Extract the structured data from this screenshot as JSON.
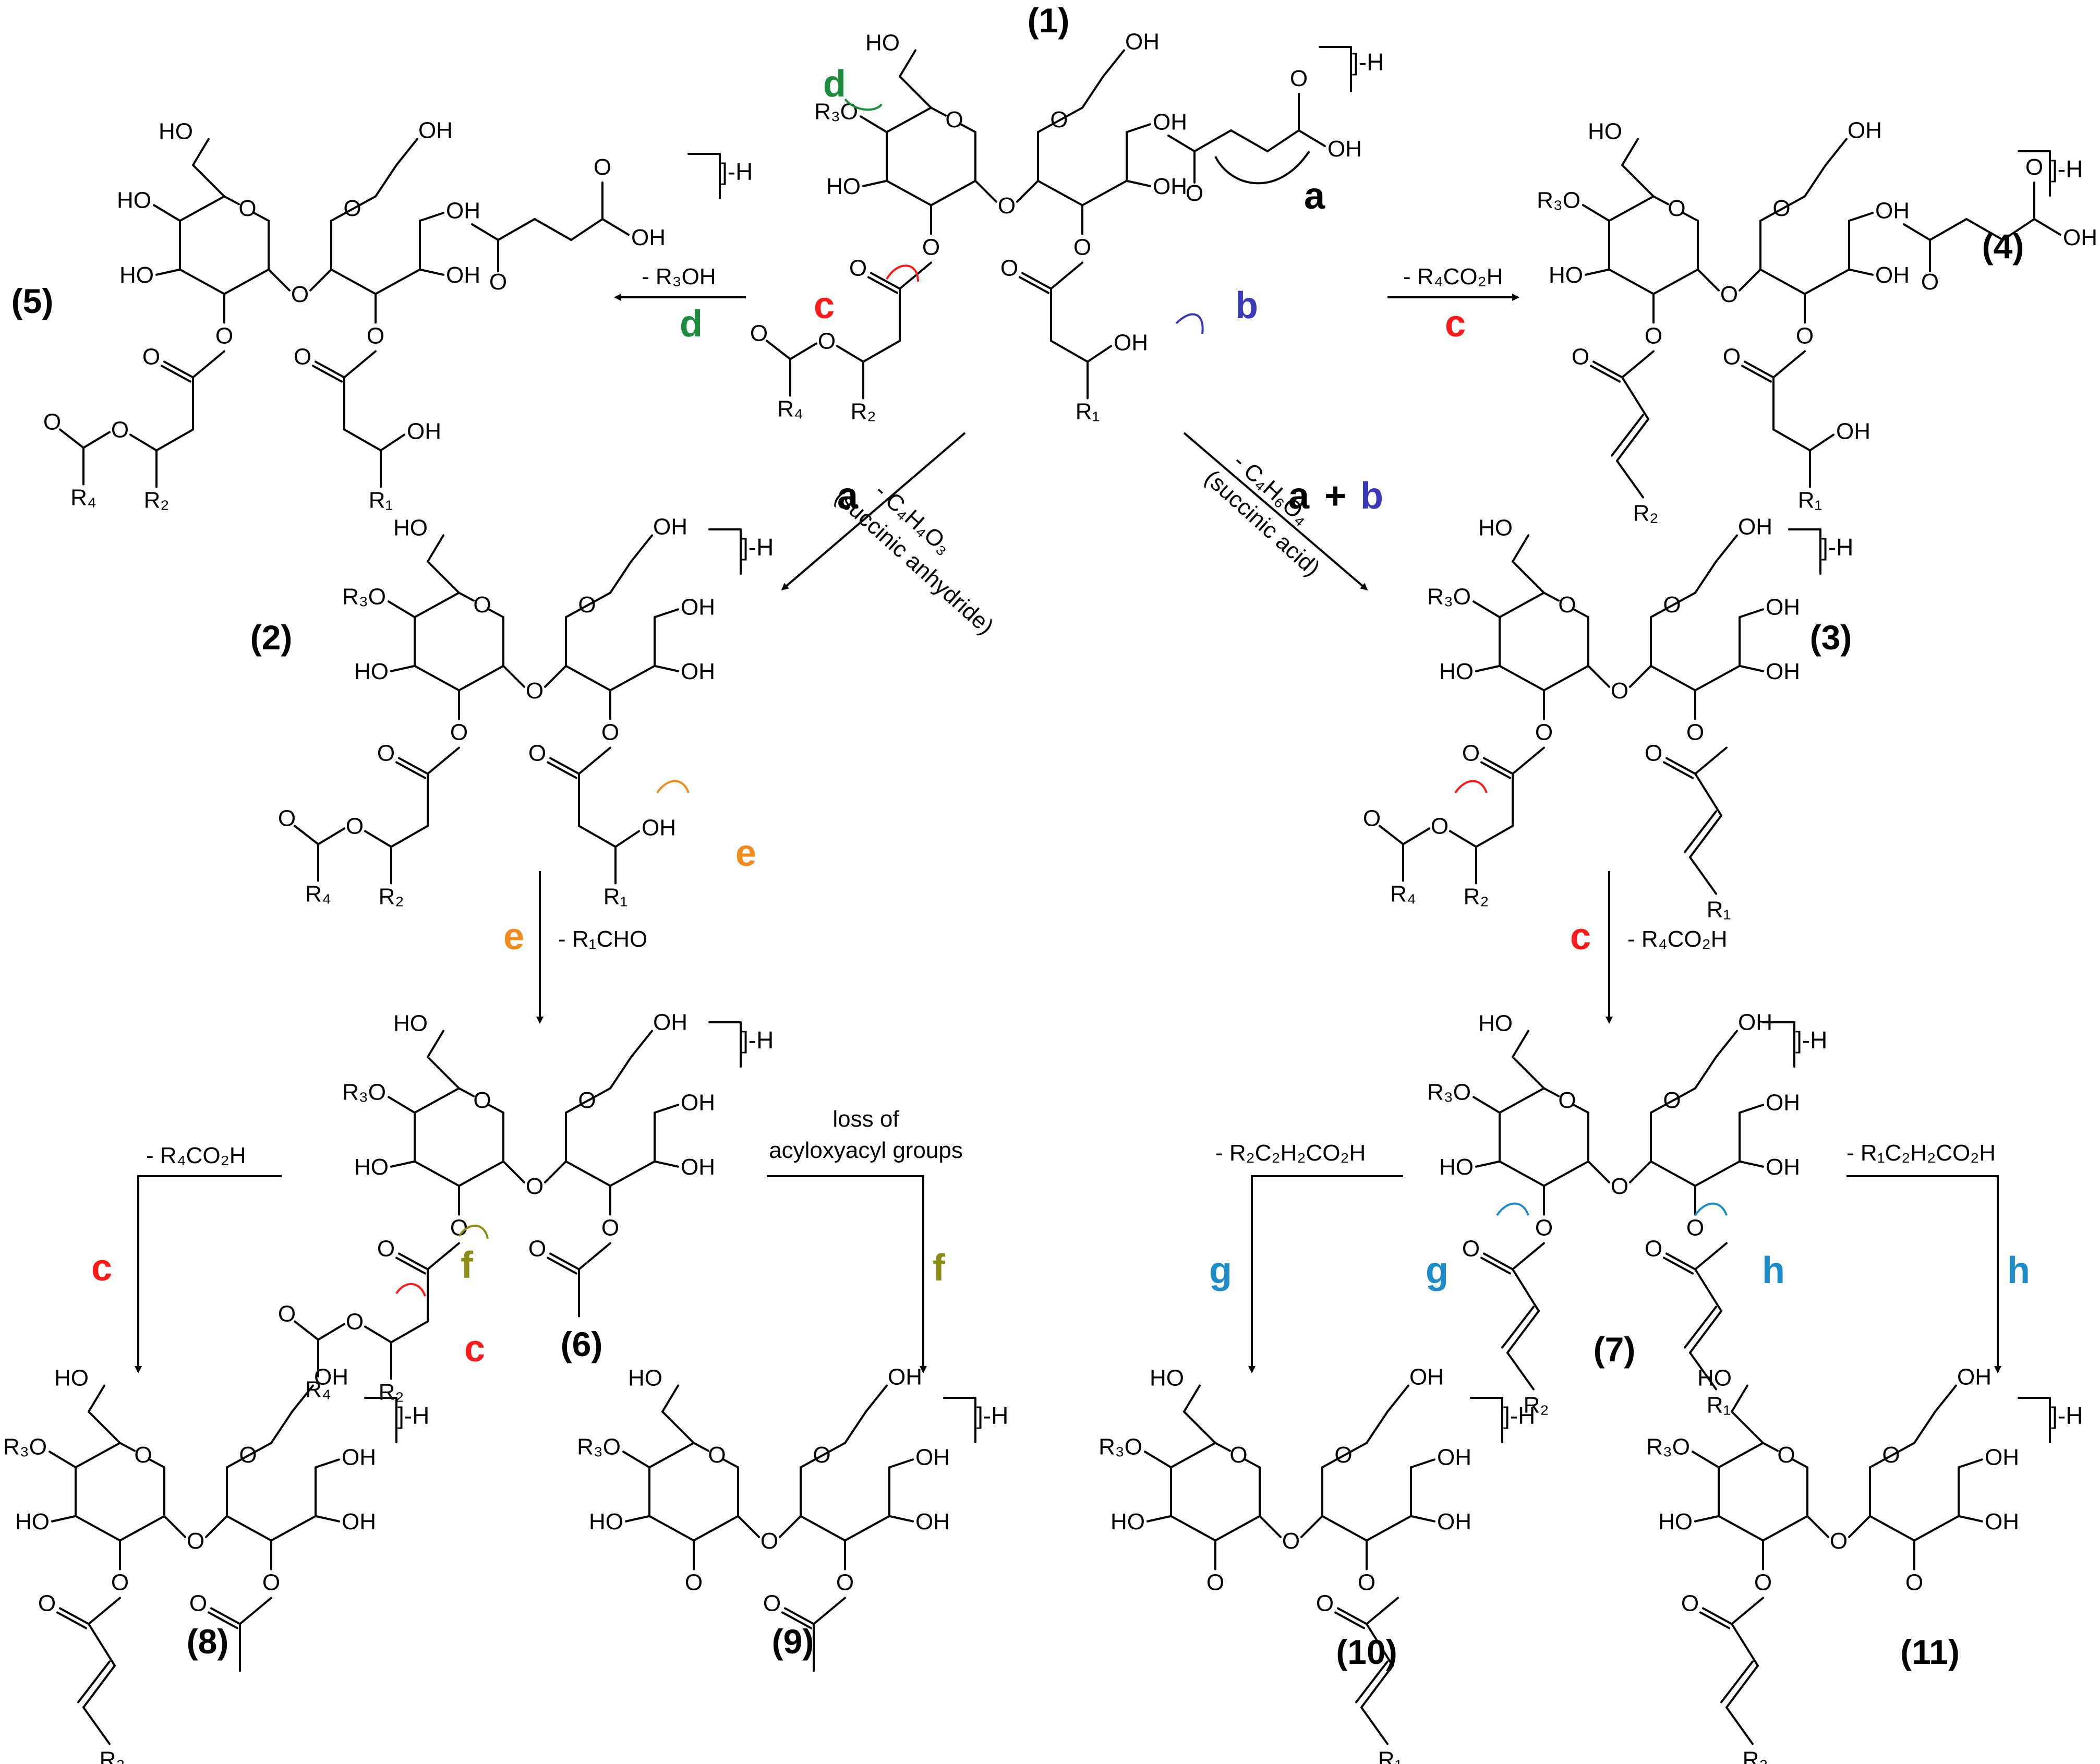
{
  "compounds": {
    "c1": "(1)",
    "c2": "(2)",
    "c3": "(3)",
    "c4": "(4)",
    "c5": "(5)",
    "c6": "(6)",
    "c7": "(7)",
    "c8": "(8)",
    "c9": "(9)",
    "c10": "(10)",
    "c11": "(11)"
  },
  "charge_label": "]-H",
  "pathway_letters": {
    "a": "a",
    "b": "b",
    "c": "c",
    "d": "d",
    "e": "e",
    "f": "f",
    "g": "g",
    "h": "h",
    "plus": "+"
  },
  "colors": {
    "a": "#000000",
    "b": "#3a3ab8",
    "c": "#ff1a1a",
    "d": "#1a8c3c",
    "e": "#f08c1e",
    "f": "#8c8c14",
    "g": "#1e8cc8",
    "h": "#1e8cc8",
    "bonds": "#000000"
  },
  "reactions": {
    "loss_r3oh": "- R₃OH",
    "loss_r4co2h": "- R₄CO₂H",
    "loss_succinic_anhydride_formula": "- C₄H₄O₃",
    "succinic_anhydride": "(succinic anhydride)",
    "loss_succinic_acid_formula": "- C₄H₆O₄",
    "succinic_acid": "(succinic acid)",
    "loss_r1cho": "- R₁CHO",
    "loss_acyloxyacyl_line1": "loss of",
    "loss_acyloxyacyl_line2": "acyloxyacyl groups",
    "loss_r2c2h2co2h": "- R₂C₂H₂CO₂H",
    "loss_r1c2h2co2h": "- R₁C₂H₂CO₂H"
  },
  "atoms": {
    "HO": "HO",
    "OH": "OH",
    "O": "O",
    "H": "H",
    "R1": "R₁",
    "R2": "R₂",
    "R3O": "R₃O",
    "R4": "R₄",
    "R3": "R₃"
  }
}
